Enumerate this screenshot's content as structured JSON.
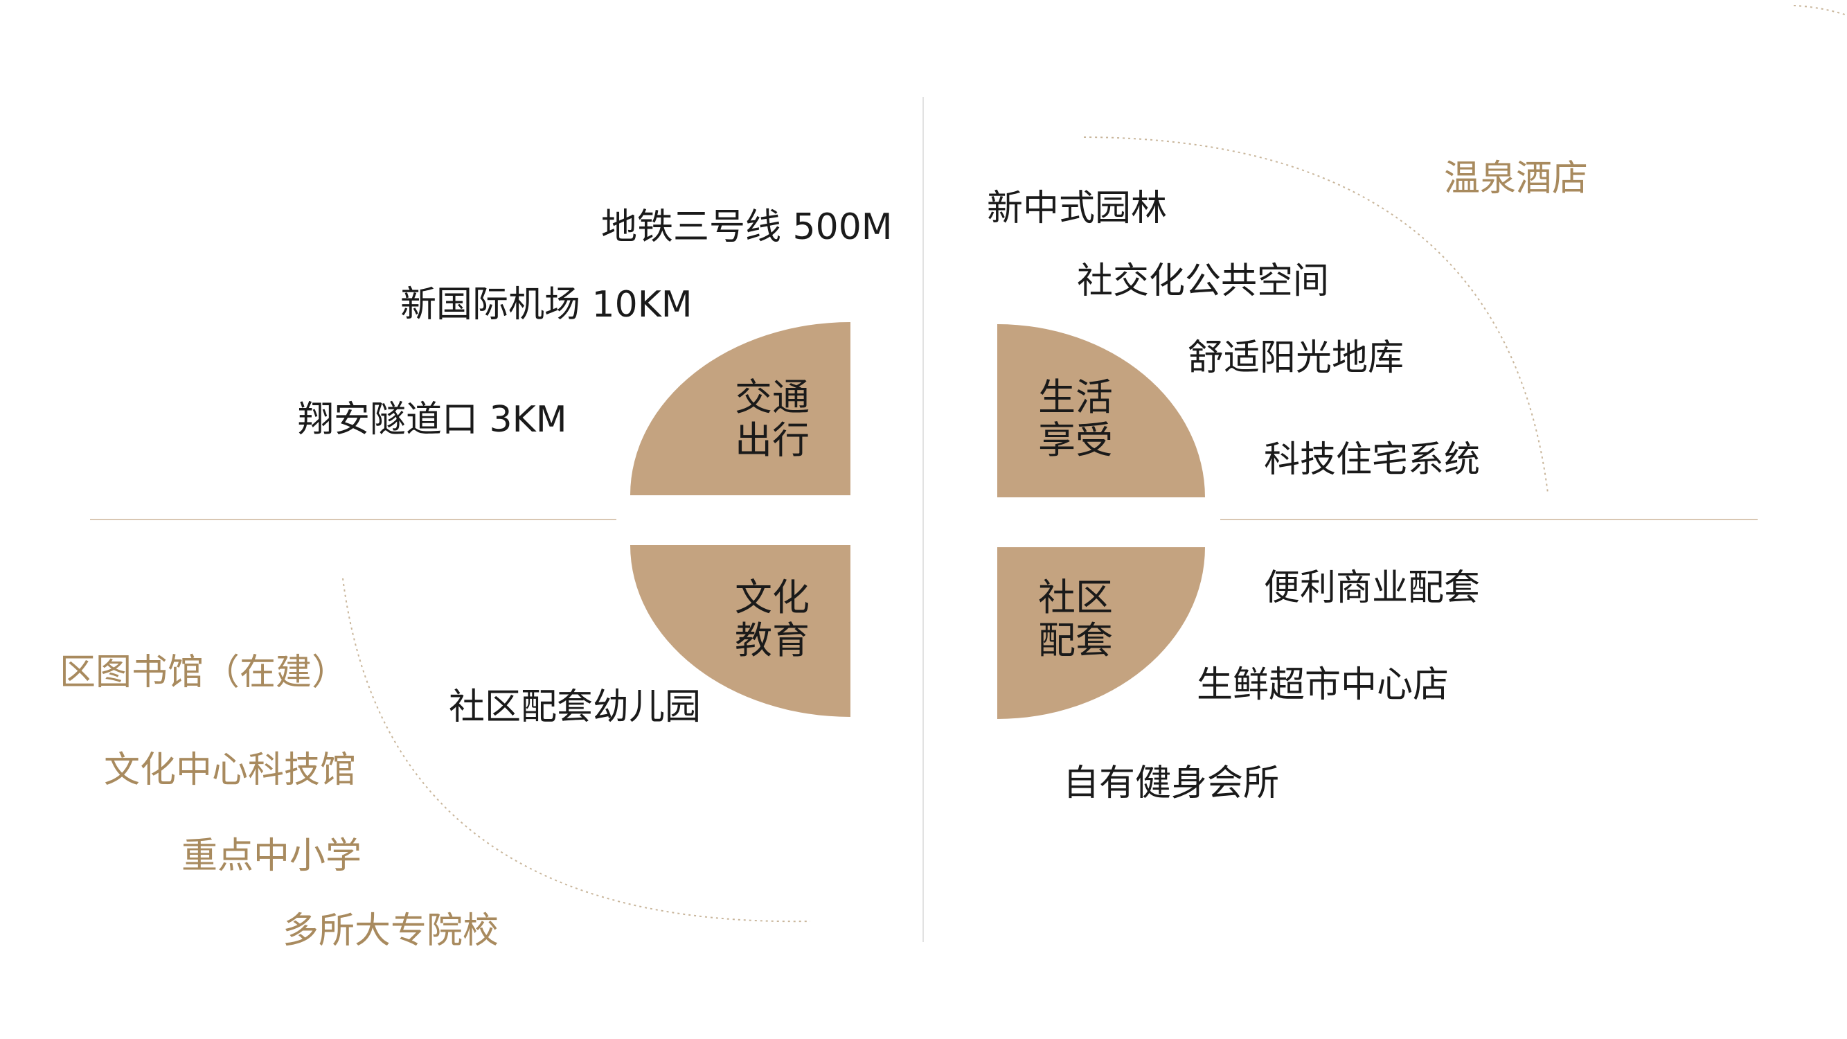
{
  "colors": {
    "accent_fill": "#c4a380",
    "accent_text": "#a88a5e",
    "rule": "#d9c7b3",
    "dotted_arc": "#c9b69b",
    "divider": "#e2e2e2",
    "text": "#1a1a1a"
  },
  "quadrants": {
    "transport": {
      "line1": "交通",
      "line2": "出行"
    },
    "living": {
      "line1": "生活",
      "line2": "享受"
    },
    "education": {
      "line1": "文化",
      "line2": "教育"
    },
    "community": {
      "line1": "社区",
      "line2": "配套"
    }
  },
  "transport_items": [
    "地铁三号线 500M",
    "新国际机场  10KM",
    "翔安隧道口  3KM"
  ],
  "living_items": [
    "新中式园林",
    "社交化公共空间",
    "舒适阳光地库",
    "科技住宅系统"
  ],
  "living_highlight": "温泉酒店",
  "community_items": [
    "便利商业配套",
    "生鲜超市中心店",
    "自有健身会所"
  ],
  "education_items": [
    "社区配套幼儿园"
  ],
  "education_highlights": [
    "区图书馆（在建）",
    "文化中心科技馆",
    "重点中小学",
    "多所大专院校"
  ]
}
